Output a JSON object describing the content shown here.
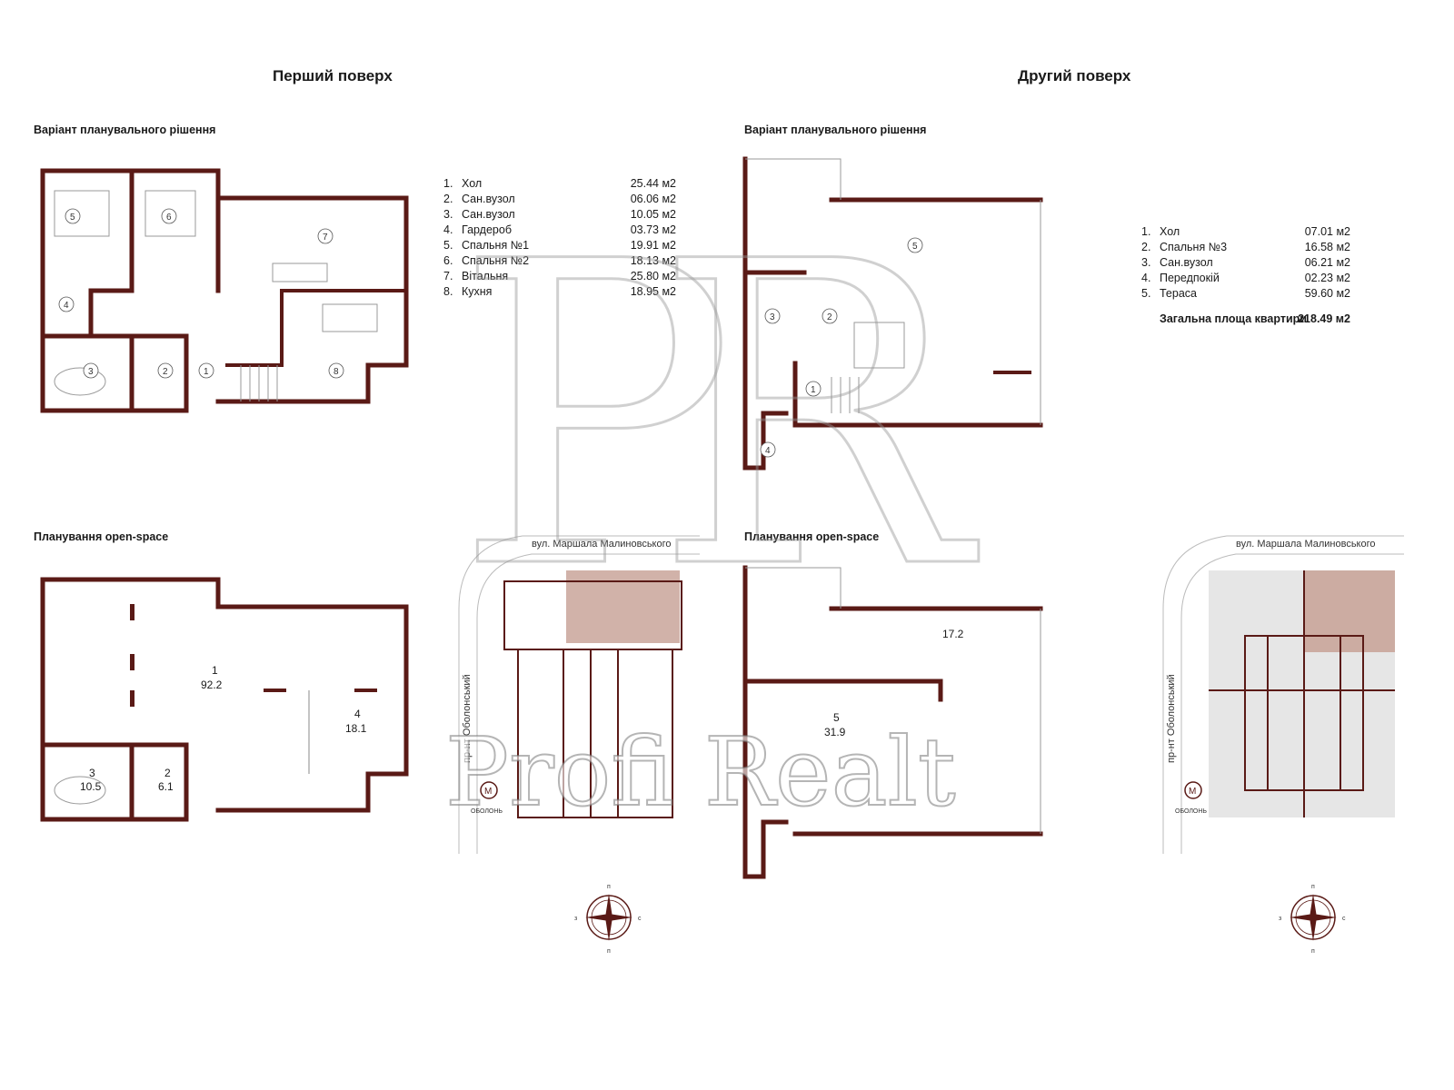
{
  "floors": [
    {
      "title": "Перший поверх",
      "variant_title": "Варіант планувального рішення",
      "openspace_title": "Планування open-space",
      "rooms": [
        {
          "num": "1.",
          "name": "Хол",
          "area": "25.44 м2"
        },
        {
          "num": "2.",
          "name": "Сан.вузол",
          "area": "06.06 м2"
        },
        {
          "num": "3.",
          "name": "Сан.вузол",
          "area": "10.05 м2"
        },
        {
          "num": "4.",
          "name": "Гардероб",
          "area": "03.73 м2"
        },
        {
          "num": "5.",
          "name": "Спальня №1",
          "area": "19.91 м2"
        },
        {
          "num": "6.",
          "name": "Спальня №2",
          "area": "18.13 м2"
        },
        {
          "num": "7.",
          "name": "Вітальня",
          "area": "25.80 м2"
        },
        {
          "num": "8.",
          "name": "Кухня",
          "area": "18.95 м2"
        }
      ],
      "plan_markers": [
        "1",
        "2",
        "3",
        "4",
        "5",
        "6",
        "7",
        "8"
      ],
      "openspace_labels": [
        {
          "num": "1",
          "area": "92.2"
        },
        {
          "num": "2",
          "area": "6.1"
        },
        {
          "num": "3",
          "area": "10.5"
        },
        {
          "num": "4",
          "area": "18.1"
        }
      ]
    },
    {
      "title": "Другий поверх",
      "variant_title": "Варіант планувального рішення",
      "openspace_title": "Планування open-space",
      "rooms": [
        {
          "num": "1.",
          "name": "Хол",
          "area": "07.01 м2"
        },
        {
          "num": "2.",
          "name": "Спальня №3",
          "area": "16.58 м2"
        },
        {
          "num": "3.",
          "name": "Сан.вузол",
          "area": "06.21 м2"
        },
        {
          "num": "4.",
          "name": "Передпокій",
          "area": "02.23 м2"
        },
        {
          "num": "5.",
          "name": "Тераса",
          "area": "59.60 м2"
        }
      ],
      "total_label": "Загальна площа квартири",
      "total_value": "218.49 м2",
      "plan_markers": [
        "1",
        "2",
        "3",
        "4",
        "5"
      ],
      "openspace_labels": [
        {
          "num": "",
          "area": "17.2"
        },
        {
          "num": "5",
          "area": "31.9"
        }
      ]
    }
  ],
  "site_map": {
    "street_top": "вул. Маршала Малиновського",
    "street_side": "пр-нт Оболонський",
    "metro_letter": "M",
    "metro_name": "ОБОЛОНЬ"
  },
  "compass": {
    "n": "п",
    "s": "п",
    "w": "з",
    "e": "с"
  },
  "watermark": {
    "logo": "PR",
    "text": "Profi Realt"
  },
  "colors": {
    "wall": "#5a1a16",
    "highlight": "#c9a59a",
    "line": "#444444",
    "pale": "#bbbbbb"
  }
}
